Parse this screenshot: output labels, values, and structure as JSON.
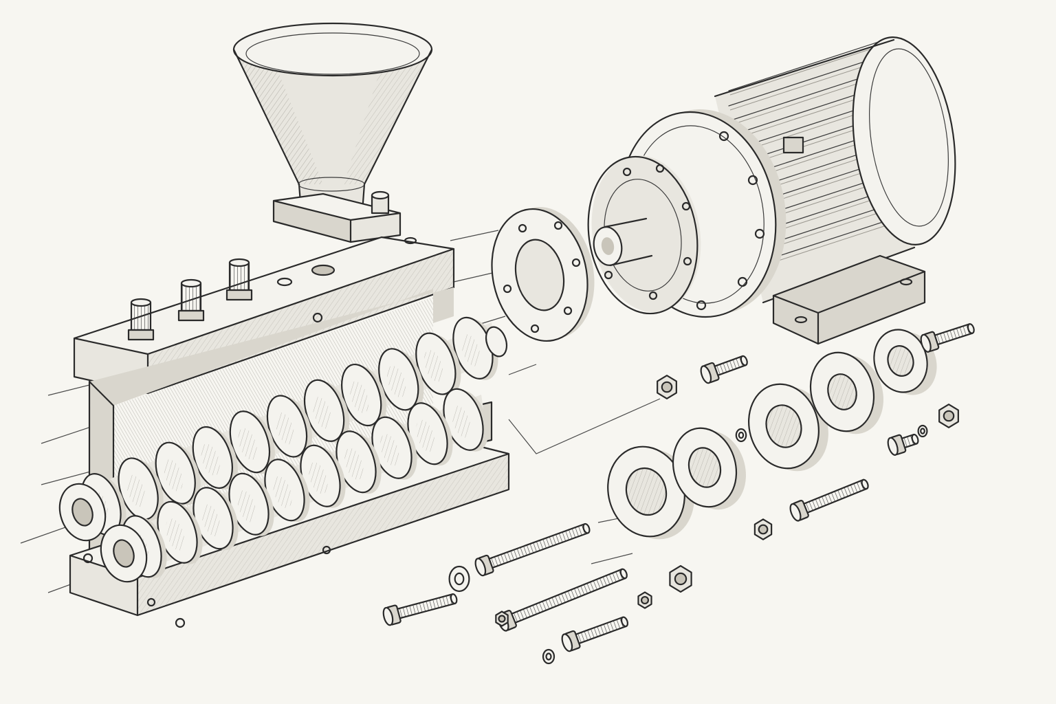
{
  "figure": {
    "style": "pencil-sketch",
    "palette": {
      "paper": "#f7f6f1",
      "ink": "#2a2a2a",
      "shade_light": "#e8e6df",
      "shade_mid": "#d9d6cd",
      "shade_dark": "#c9c5ba"
    },
    "components": [
      "hopper-funnel",
      "extruder-barrel-housing",
      "twin-screw-shafts",
      "coupling-flange",
      "electric-motor-with-gearbox",
      "seal-rings",
      "bolts-nuts-washers"
    ]
  }
}
